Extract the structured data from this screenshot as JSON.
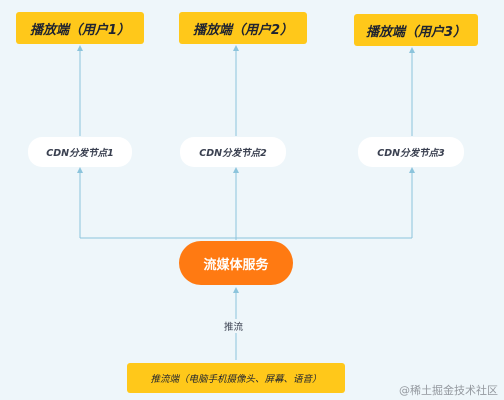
{
  "players": [
    {
      "label": "播放端（用户1）"
    },
    {
      "label": "播放端（用户2）"
    },
    {
      "label": "播放端（用户3）"
    }
  ],
  "cdn_nodes": [
    {
      "label": "CDN分发节点1"
    },
    {
      "label": "CDN分发节点2"
    },
    {
      "label": "CDN分发节点3"
    }
  ],
  "stream_service": {
    "label": "流媒体服务"
  },
  "push_label": "推流",
  "pusher": {
    "label": "推流端（电脑手机摄像头、屏幕、语音）"
  },
  "watermark": "@稀土掘金技术社区",
  "colors": {
    "background": "#eef6fa",
    "player_fill": "#ffc81a",
    "stream_fill": "#ff7a12",
    "cdn_fill": "#ffffff",
    "connector": "#8cc4dc"
  }
}
